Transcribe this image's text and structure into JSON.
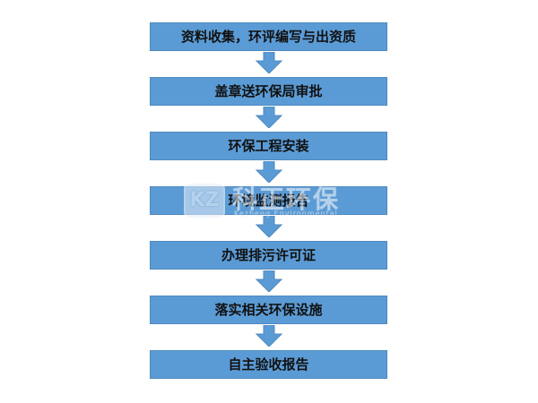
{
  "flow": {
    "steps": [
      "资料收集，环评编写与出资质",
      "盖章送环保局审批",
      "环保工程安装",
      "环境监测报告",
      "办理排污许可证",
      "落实相关环保设施",
      "自主验收报告"
    ]
  },
  "watermark": {
    "badge": "KZ",
    "name_cn": "科正环保",
    "name_en": "Kezheng Environmental"
  },
  "colors": {
    "box_fill": "#5b9bd5",
    "arrow_fill": "#5b9bd5",
    "text": "#111111"
  }
}
